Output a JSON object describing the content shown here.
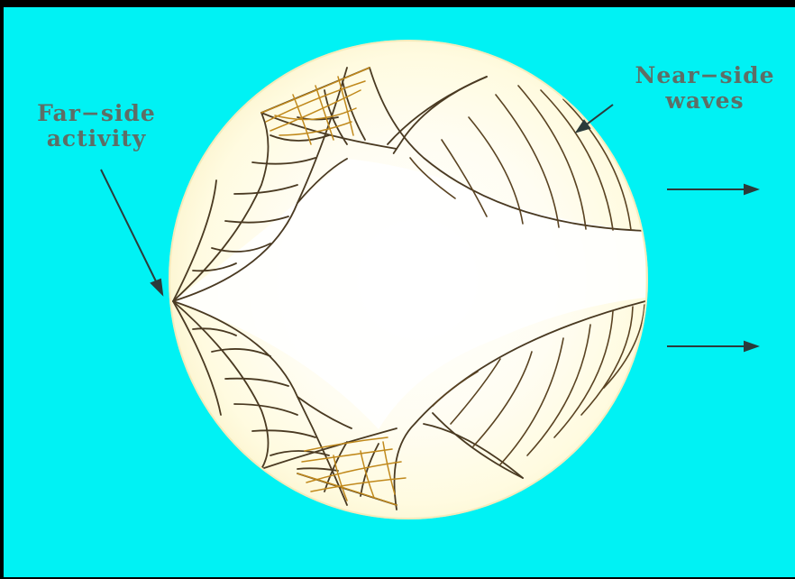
{
  "labels": {
    "far_side_line1": "Far−side",
    "far_side_line2": "activity",
    "near_side_line1": "Near−side",
    "near_side_line2": "waves"
  },
  "colors": {
    "background": "#00f2f4",
    "frame": "#000000",
    "sphere_fill": "#fffbe0",
    "sphere_edge": "#f6eec0",
    "central_region": "#ffffff",
    "ray_dark": "#4a3a22",
    "ray_light": "#c0891c",
    "arrow": "#2b3b3b",
    "label_text": "#5e6e66"
  }
}
